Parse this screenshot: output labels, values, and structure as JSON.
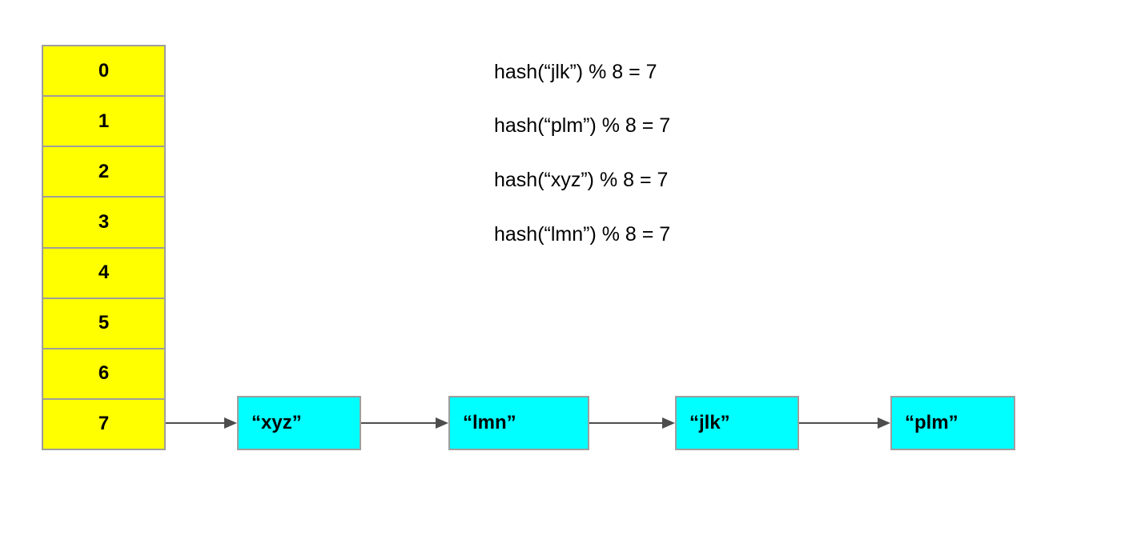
{
  "diagram": {
    "description": "Hash table with separate chaining: all keys hash to bucket 7",
    "array": {
      "cells": [
        {
          "index": "0"
        },
        {
          "index": "1"
        },
        {
          "index": "2"
        },
        {
          "index": "3"
        },
        {
          "index": "4"
        },
        {
          "index": "5"
        },
        {
          "index": "6"
        },
        {
          "index": "7"
        }
      ]
    },
    "equations": [
      "hash(“jlk”) % 8 = 7",
      "hash(“plm”) % 8 = 7",
      "hash(“xyz”) % 8 = 7",
      "hash(“lmn”) % 8 = 7"
    ],
    "chain": {
      "bucket_index": "7",
      "nodes": [
        {
          "label": "“xyz”"
        },
        {
          "label": "“lmn”"
        },
        {
          "label": "“jlk”"
        },
        {
          "label": "“plm”"
        }
      ]
    },
    "colors": {
      "bucket_fill": "#ffff00",
      "node_fill": "#00ffff",
      "cell_border": "#9e9e9e",
      "arrow": "#4d4d4d",
      "text": "#000000",
      "background": "#ffffff"
    }
  }
}
